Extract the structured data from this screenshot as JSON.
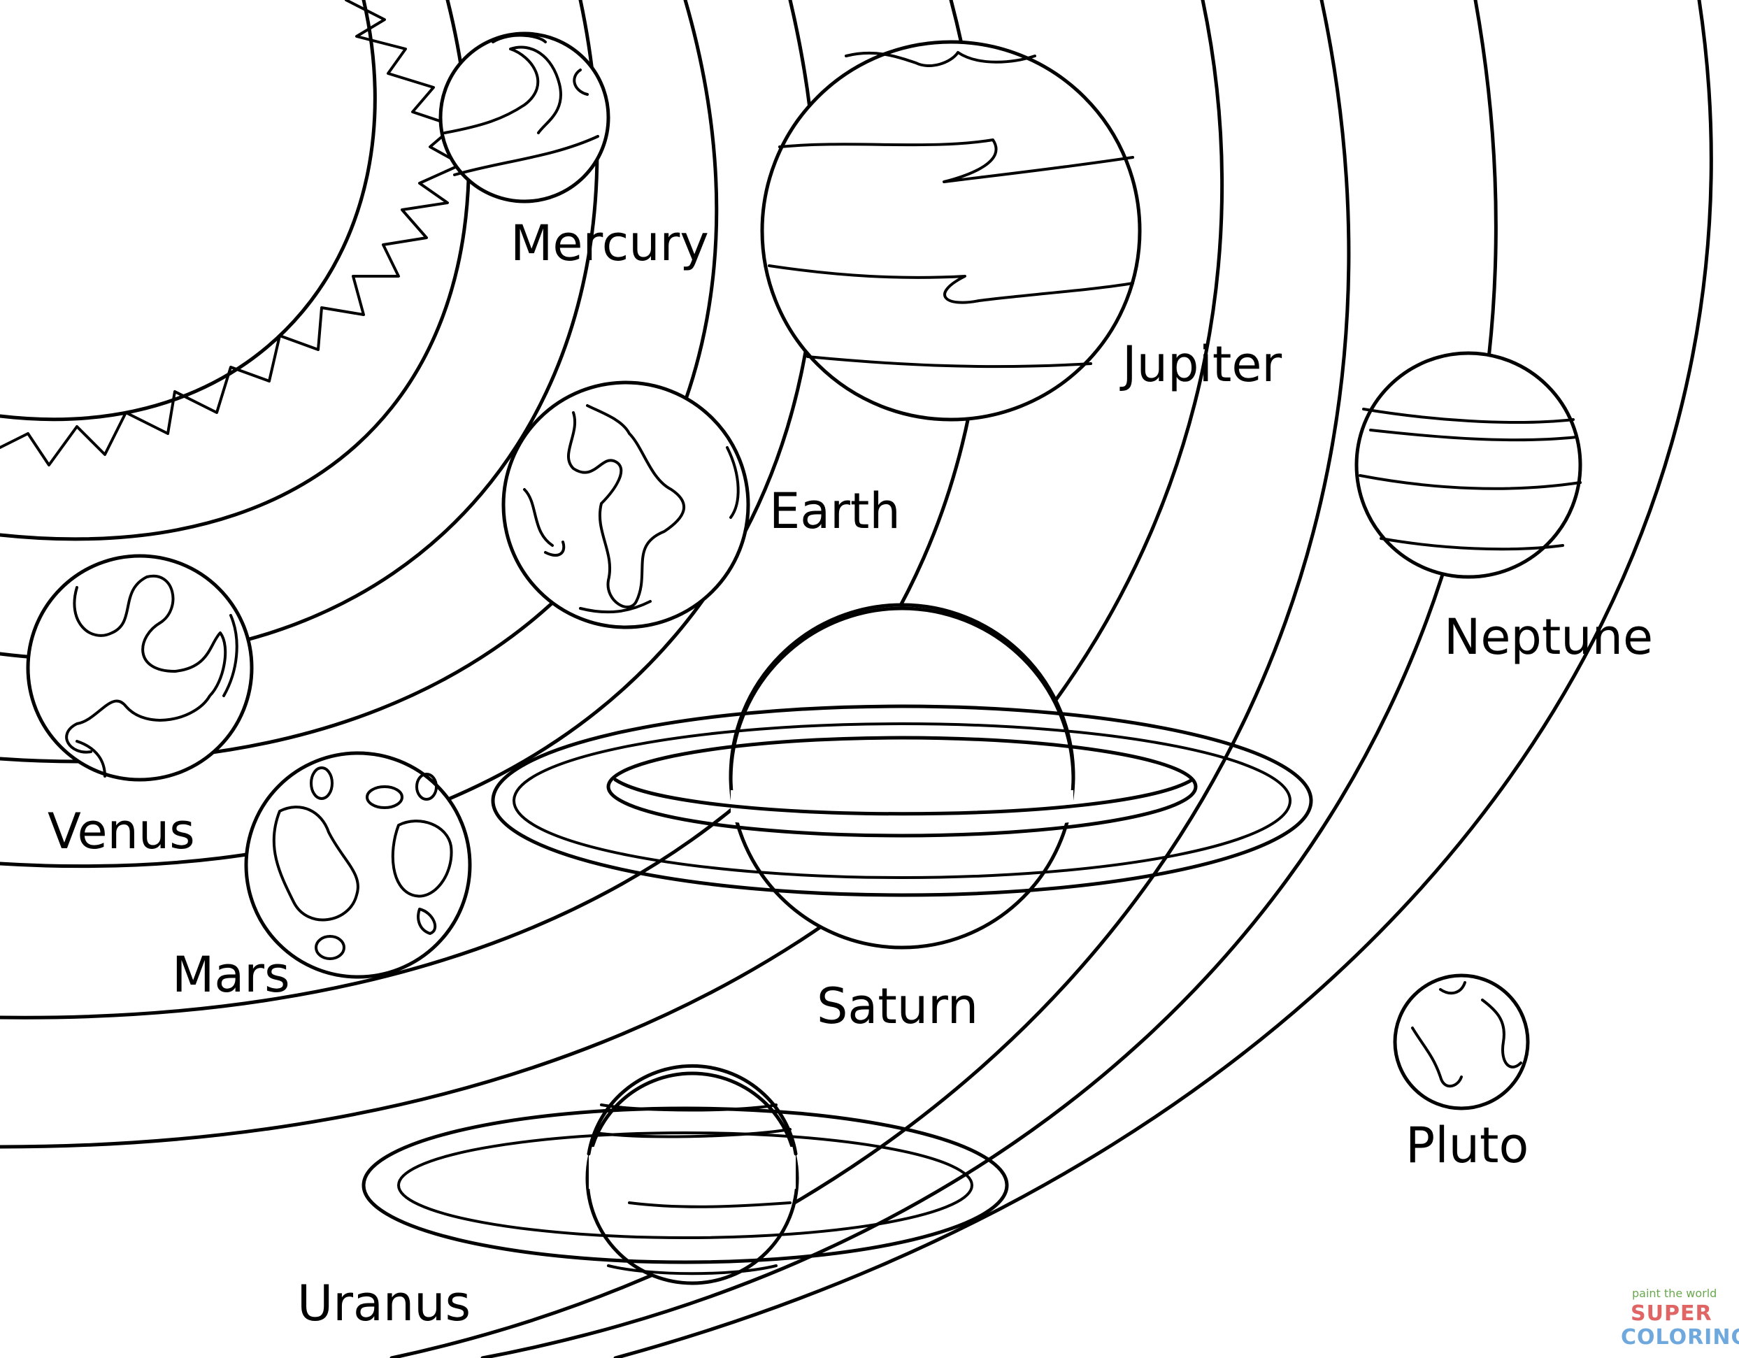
{
  "planets": {
    "mercury": "Mercury",
    "venus": "Venus",
    "earth": "Earth",
    "mars": "Mars",
    "jupiter": "Jupiter",
    "saturn": "Saturn",
    "uranus": "Uranus",
    "neptune": "Neptune",
    "pluto": "Pluto"
  },
  "watermark": {
    "tagline": "paint the world",
    "line1": "SUPER",
    "line2": "COLORING",
    "colors": [
      "#e06666",
      "#f6b26b",
      "#ffd966",
      "#6aa84f",
      "#6fa8dc",
      "#8e7cc3"
    ]
  }
}
